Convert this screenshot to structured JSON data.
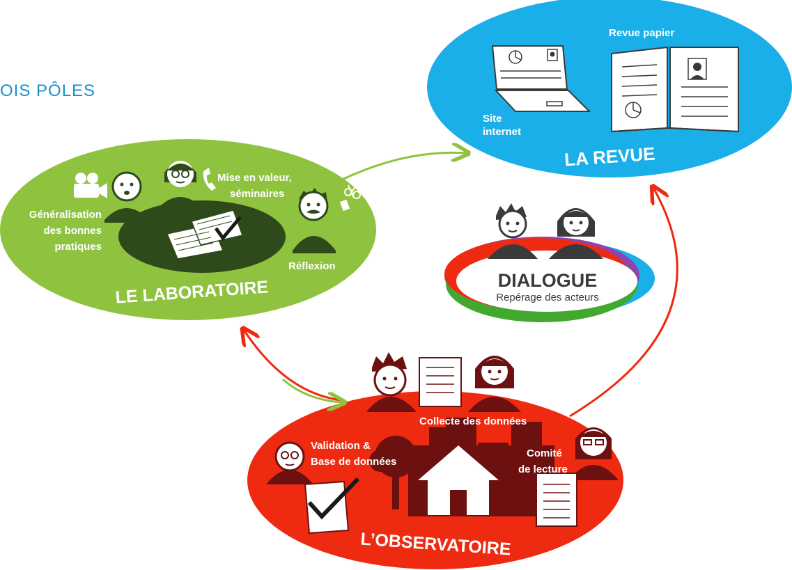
{
  "header": {
    "title": "OIS PÔLES"
  },
  "colors": {
    "laboratoire": "#8fc23f",
    "revue": "#1aafe8",
    "observatoire": "#ee2a10",
    "dark_red": "#6d1010",
    "dark_green": "#2f4a1a",
    "arrow_green": "#8fc23f",
    "arrow_red": "#ee2a10",
    "title_blue": "#1a8fcf"
  },
  "laboratoire": {
    "title": "LE LABORATOIRE",
    "label_generalisation": [
      "Généralisation",
      "des bonnes",
      "pratiques"
    ],
    "label_mise_en_valeur": [
      "Mise en valeur,",
      "séminaires"
    ],
    "label_reflexion": "Réflexion"
  },
  "revue": {
    "title": "LA REVUE",
    "label_revue_papier": "Revue papier",
    "label_site": [
      "Site",
      "internet"
    ]
  },
  "dialogue": {
    "title": "DIALOGUE",
    "subtitle": "Repérage des acteurs"
  },
  "observatoire": {
    "title": "L’OBSERVATOIRE",
    "label_collecte": "Collecte des données",
    "label_validation": [
      "Validation &",
      "Base de données"
    ],
    "label_comite": [
      "Comité",
      "de lecture"
    ]
  },
  "icons": [
    "video-camera-icon",
    "phone-icon",
    "scissors-icon",
    "checkmark-icon",
    "laptop-icon",
    "open-book-icon",
    "pie-chart-icon",
    "house-icon",
    "tree-icon",
    "document-icon",
    "person-icon"
  ]
}
